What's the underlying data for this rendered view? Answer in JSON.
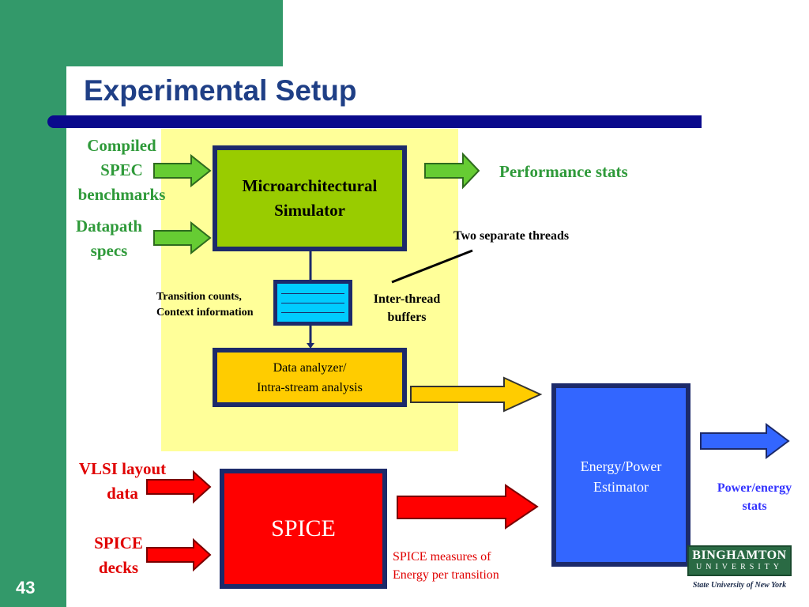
{
  "slide": {
    "title": "Experimental Setup",
    "page_number": "43"
  },
  "inputs": {
    "compiled_line1": "Compiled",
    "compiled_line2": "SPEC",
    "compiled_line3": "benchmarks",
    "datapath_line1": "Datapath",
    "datapath_line2": "specs",
    "vlsi_line1": "VLSI layout",
    "vlsi_line2": "data",
    "spice_decks_line1": "SPICE",
    "spice_decks_line2": "decks"
  },
  "boxes": {
    "simulator_line1": "Microarchitectural",
    "simulator_line2": "Simulator",
    "analyzer_line1": "Data analyzer/",
    "analyzer_line2": "Intra-stream analysis",
    "spice": "SPICE",
    "estimator_line1": "Energy/Power",
    "estimator_line2": "Estimator"
  },
  "annotations": {
    "performance_stats": "Performance stats",
    "two_threads": "Two separate threads",
    "transition_line1": "Transition counts,",
    "transition_line2": "Context information",
    "buffers_line1": "Inter-thread",
    "buffers_line2": "buffers",
    "power_line1": "Power/energy",
    "power_line2": "stats",
    "spice_measures_line1": "SPICE measures of",
    "spice_measures_line2": "Energy per transition"
  },
  "logo": {
    "name": "BINGHAMTON",
    "sub": "UNIVERSITY",
    "tagline": "State University of New York"
  },
  "colors": {
    "slide_green": "#33996a",
    "title_blue": "#1f3f86",
    "simulator_green": "#99cc00",
    "analyzer_yellow": "#ffcc00",
    "spice_red": "#ff0000",
    "estimator_blue": "#3366ff",
    "buffer_cyan": "#00ccff",
    "panel_yellow": "#ffff99"
  }
}
